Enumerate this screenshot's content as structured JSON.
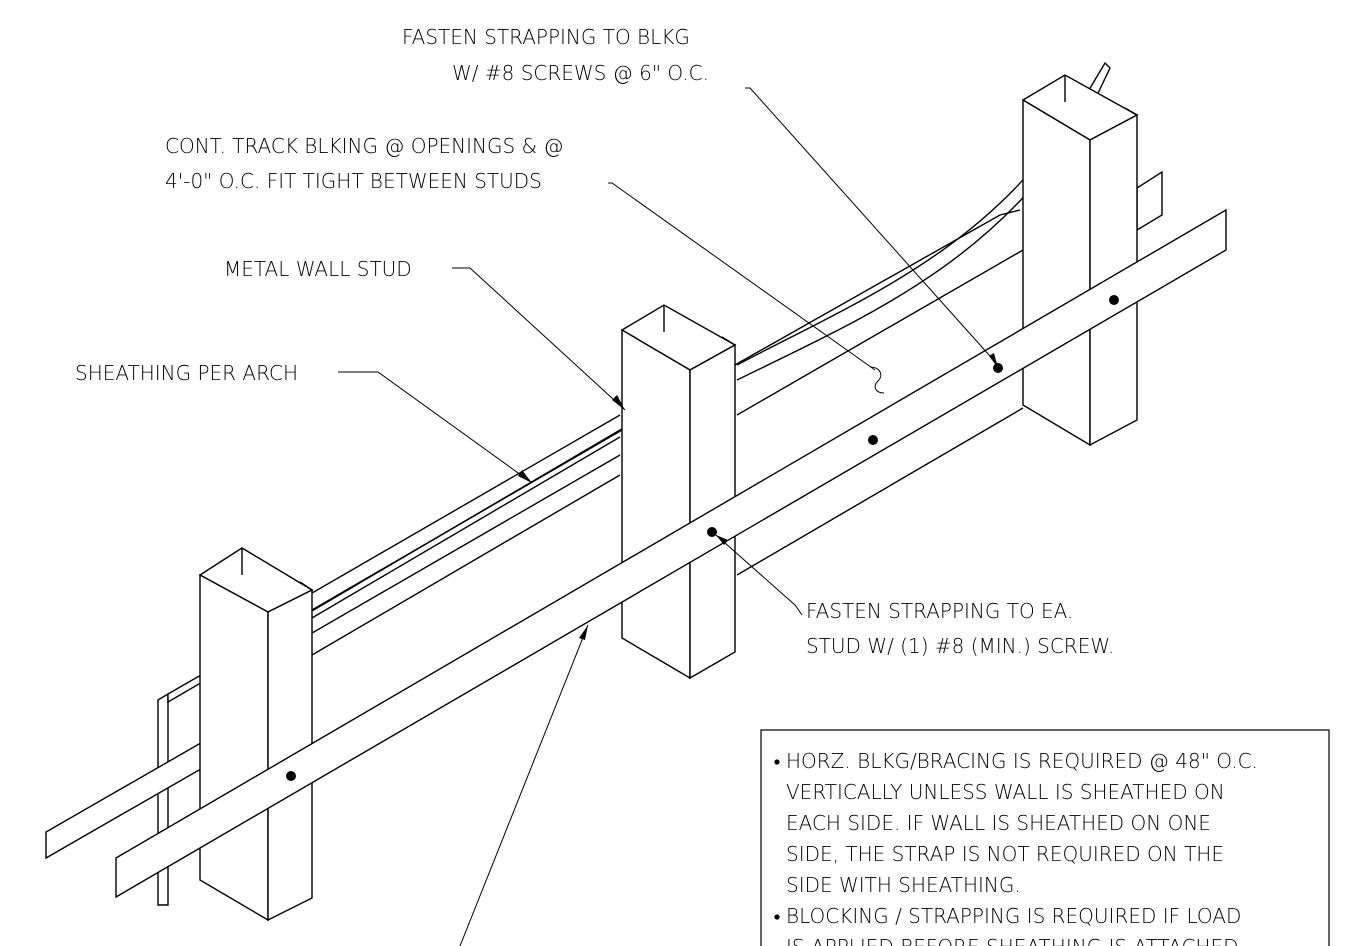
{
  "callouts": {
    "fasten_blkg_line1": "FASTEN STRAPPING TO BLKG",
    "fasten_blkg_line2": "W/ #8 SCREWS @ 6\" O.C.",
    "track_blking_line1": "CONT. TRACK BLKING @ OPENINGS & @",
    "track_blking_line2": "4'-0\" O.C. FIT TIGHT BETWEEN STUDS",
    "metal_wall_stud": "METAL WALL STUD",
    "sheathing": "SHEATHING PER ARCH",
    "fasten_stud_line1": "FASTEN STRAPPING TO EA.",
    "fasten_stud_line2": "STUD W/ (1) #8 (MIN.) SCREW."
  },
  "notes": {
    "lines": [
      "HORZ. BLKG/BRACING IS REQUIRED @ 48\" O.C.",
      "VERTICALLY UNLESS WALL IS SHEATHED ON",
      "EACH SIDE. IF WALL IS SHEATHED ON ONE",
      "SIDE, THE STRAP IS NOT REQUIRED ON THE",
      "SIDE WITH SHEATHING.",
      "BLOCKING / STRAPPING IS REQUIRED IF LOAD",
      "IS APPLIED BEFORE SHEATHING IS ATTACHED."
    ]
  }
}
